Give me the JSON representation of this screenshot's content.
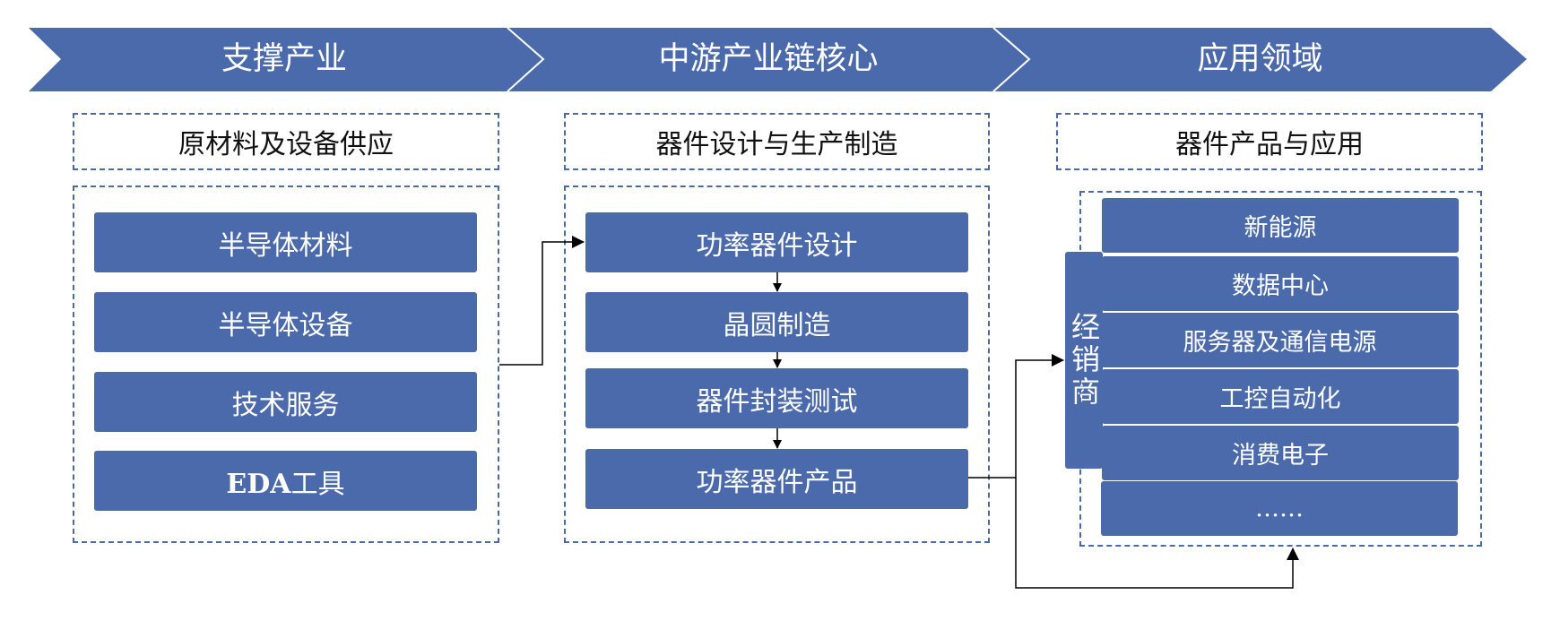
{
  "stages": [
    {
      "label": "支撑产业"
    },
    {
      "label": "中游产业链核心"
    },
    {
      "label": "应用领域"
    }
  ],
  "sections": {
    "support": {
      "title": "原材料及设备供应",
      "items": [
        "半导体材料",
        "半导体设备",
        "技术服务",
        "EDA工具"
      ]
    },
    "midstream": {
      "title": "器件设计与生产制造",
      "items": [
        "功率器件设计",
        "晶圆制造",
        "器件封装测试",
        "功率器件产品"
      ]
    },
    "application": {
      "title": "器件产品与应用",
      "distributor": "经销商",
      "items": [
        "新能源",
        "数据中心",
        "服务器及通信电源",
        "工控自动化",
        "消费电子",
        "……"
      ]
    }
  },
  "colors": {
    "primary_blue": "#4a6aac",
    "dash_blue": "#4a6aa5",
    "connector": "#000000"
  }
}
